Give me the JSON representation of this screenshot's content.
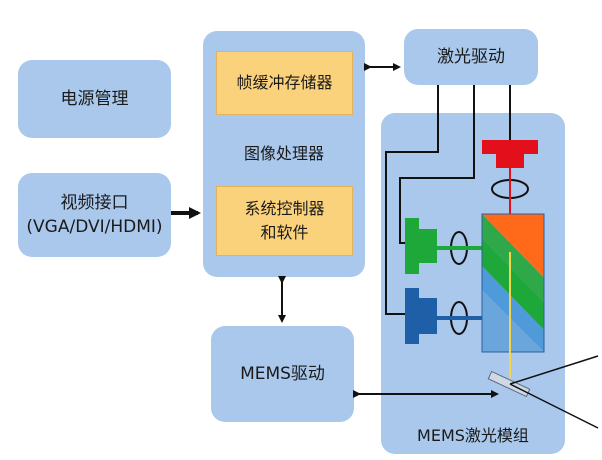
{
  "blocks": {
    "power": "电源管理",
    "video": "视频接口\n(VGA/DVI/HDMI)",
    "frame_buffer": "帧缓冲存储器",
    "image_processor": "图像处理器",
    "system_controller": "系统控制器\n和软件",
    "laser_driver": "激光驱动",
    "mems_driver": "MEMS驱动",
    "mems_module": "MEMS激光模组"
  },
  "colors": {
    "block_fill": "#a9c8ec",
    "highlight_fill": "#fbd27c",
    "laser_red": "#e3101c",
    "laser_green": "#1fa83a",
    "laser_blue": "#1f5fa8",
    "prism_orange": "#ff6a1a"
  }
}
